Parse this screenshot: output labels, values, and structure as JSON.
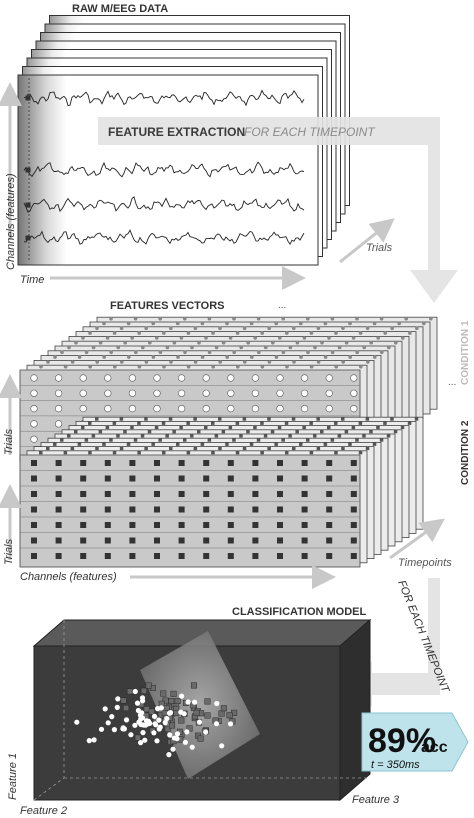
{
  "panel1": {
    "title": "RAW M/EEG DATA",
    "band_bold": "FEATURE EXTRACTION",
    "band_italic": "FOR EACH TIMEPOINT",
    "y_label": "Channels (features)",
    "x_label": "Time",
    "trials_label": "Trials"
  },
  "panel2": {
    "title": "FEATURES VECTORS",
    "dots": "...",
    "condition1": "CONDITION 1",
    "condition2": "CONDITION 2",
    "trials_label_a": "Trials",
    "trials_label_b": "Trials",
    "x_label": "Channels (features)",
    "timepoints_label": "Timepoints",
    "for_each_timepoint": "FOR EACH TIMEPOINT"
  },
  "panel3": {
    "title": "CLASSIFICATION MODEL",
    "feature1": "Feature 1",
    "feature2": "Feature 2",
    "feature3": "Feature 3",
    "accuracy_value": "89%",
    "accuracy_unit": "acc",
    "time_text": "t = 350ms"
  },
  "colors": {
    "cube_face": "#3c3c3c",
    "cube_top": "#555555",
    "arrow": "#e3e3e3",
    "result_box": "#bfe3ea"
  }
}
